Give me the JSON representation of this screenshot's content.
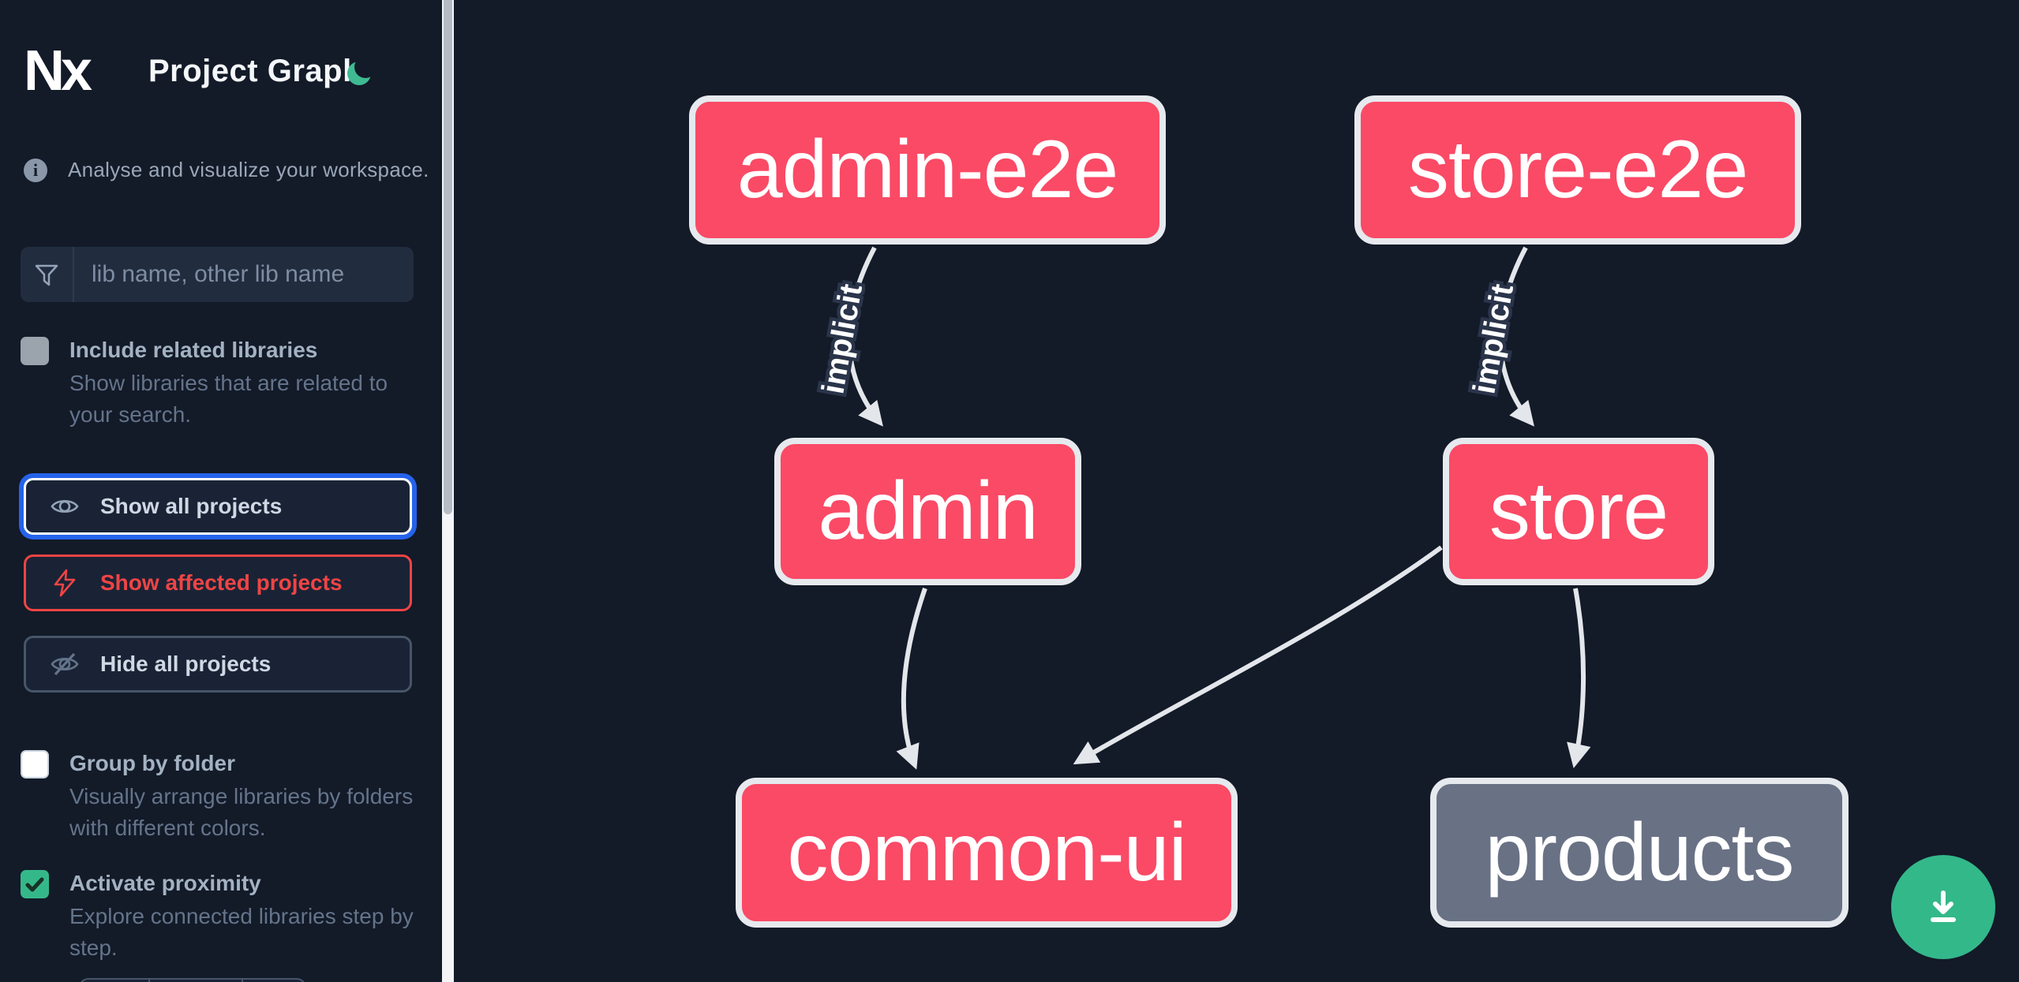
{
  "header": {
    "logo_text": "Nx",
    "title": "Project Graph",
    "theme_icon": "moon-icon"
  },
  "sidebar": {
    "tagline": "Analyse and visualize your workspace.",
    "search": {
      "placeholder": "lib name, other lib name",
      "icon": "filter-icon",
      "value": ""
    },
    "options": [
      {
        "label": "Include related libraries",
        "description": "Show libraries that are related to your search.",
        "checked": false
      },
      {
        "label": "Group by folder",
        "description": "Visually arrange libraries by folders with different colors.",
        "checked": false
      },
      {
        "label": "Activate proximity",
        "description": "Explore connected libraries step by step.",
        "checked": true
      }
    ],
    "actions": [
      {
        "label": "Show all projects",
        "icon": "eye-icon",
        "state": "focused"
      },
      {
        "label": "Show affected projects",
        "icon": "lightning-icon",
        "state": "affected"
      },
      {
        "label": "Hide all projects",
        "icon": "eye-off-icon",
        "state": "default"
      }
    ]
  },
  "graph": {
    "nodes": [
      {
        "id": "admin-e2e",
        "label": "admin-e2e",
        "color": "pink"
      },
      {
        "id": "store-e2e",
        "label": "store-e2e",
        "color": "pink"
      },
      {
        "id": "admin",
        "label": "admin",
        "color": "pink"
      },
      {
        "id": "store",
        "label": "store",
        "color": "pink"
      },
      {
        "id": "common-ui",
        "label": "common-ui",
        "color": "pink"
      },
      {
        "id": "products",
        "label": "products",
        "color": "gray"
      }
    ],
    "edges": [
      {
        "from": "admin-e2e",
        "to": "admin",
        "label": "implicit"
      },
      {
        "from": "store-e2e",
        "to": "store",
        "label": "implicit"
      },
      {
        "from": "admin",
        "to": "common-ui",
        "label": ""
      },
      {
        "from": "store",
        "to": "common-ui",
        "label": ""
      },
      {
        "from": "store",
        "to": "products",
        "label": ""
      }
    ]
  },
  "fab": {
    "icon": "download-icon"
  },
  "colors": {
    "background": "#131a28",
    "node_pink": "#fa4a66",
    "node_gray": "#697185",
    "node_border": "#e6e9ee",
    "edge": "#e3e6ea",
    "accent_green": "#35b889",
    "focus_blue": "#2563eb",
    "affected_red": "#ef4444",
    "label_text": "#a3b2c2",
    "muted_text": "#64748b"
  }
}
